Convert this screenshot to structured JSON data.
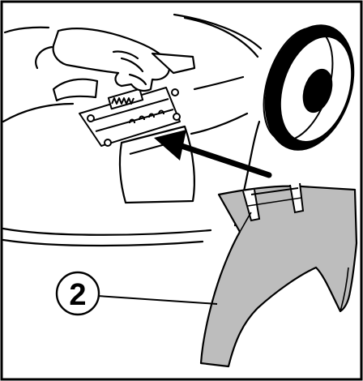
{
  "figure": {
    "callouts": [
      {
        "label": "2",
        "target": "mulch-plug"
      }
    ],
    "colors": {
      "line": "#000000",
      "plug_fill": "#bdbdbd",
      "plug_shadow": "#9e9e9e",
      "background": "#ffffff"
    },
    "icons": [
      "hand",
      "mower-deck",
      "rear-wheel",
      "discharge-flap",
      "insert-arrow",
      "mulch-plug"
    ]
  }
}
